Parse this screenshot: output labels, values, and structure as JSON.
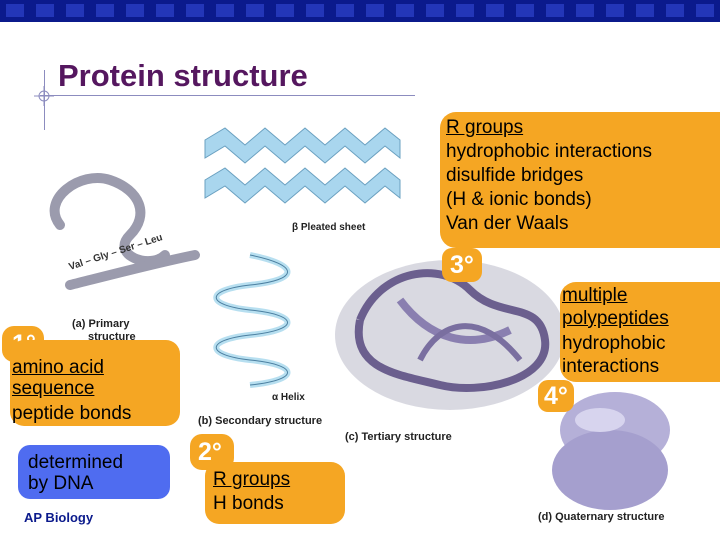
{
  "title": "Protein structure",
  "tertiary_note": {
    "lines": [
      "R groups",
      "hydrophobic interactions",
      "disulfide bridges",
      "(H & ionic bonds)",
      "Van der Waals"
    ],
    "degree": "3°"
  },
  "quaternary_note": {
    "lines": [
      "multiple",
      "polypeptides",
      "hydrophobic",
      "interactions"
    ],
    "degree": "4°"
  },
  "primary_note": {
    "degree": "1°",
    "lines": [
      "amino acid",
      "sequence",
      "peptide bonds"
    ]
  },
  "determined_note": {
    "lines": [
      "determined",
      "by DNA"
    ]
  },
  "secondary_note": {
    "degree": "2°",
    "lines": [
      "R groups",
      "H bonds"
    ]
  },
  "diagram_labels": {
    "primary_a": "(a) Primary",
    "primary_b": "structure",
    "chain": "Val – Gly – Ser – Leu",
    "pleated": "β Pleated sheet",
    "helix": "α Helix",
    "secondary": "(b) Secondary structure",
    "tertiary": "(c) Tertiary structure",
    "quaternary": "(d) Quaternary structure"
  },
  "footer": "AP Biology",
  "colors": {
    "title": "#55175f",
    "orange_box": "#f5a623",
    "blue_box": "#4f6cf0",
    "top_bar": "#0b1a8c"
  }
}
